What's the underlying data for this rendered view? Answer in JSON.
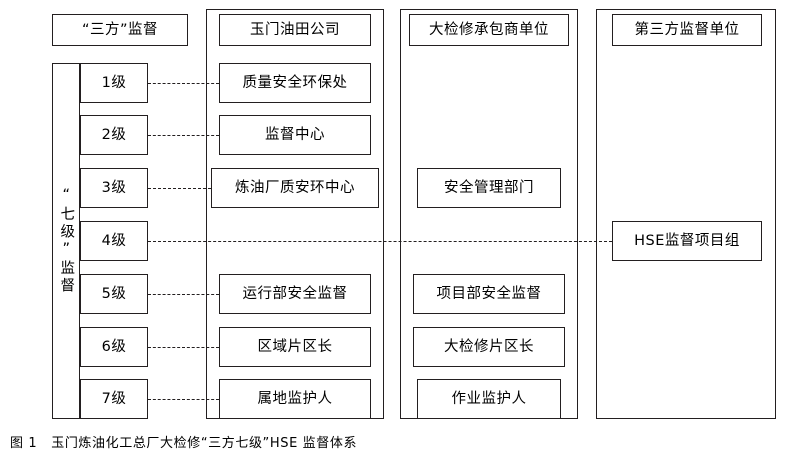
{
  "figure": {
    "caption_label": "图 1",
    "caption_text": "玉门炼油化工总厂大检修“三方七级”HSE 监督体系"
  },
  "headers": {
    "three_party": "“三方”监督",
    "col1": "玉门油田公司",
    "col2": "大检修承包商单位",
    "col3": "第三方监督单位"
  },
  "left_axis": {
    "label": "“七级”监督"
  },
  "levels": [
    {
      "label": "1级"
    },
    {
      "label": "2级"
    },
    {
      "label": "3级"
    },
    {
      "label": "4级"
    },
    {
      "label": "5级"
    },
    {
      "label": "6级"
    },
    {
      "label": "7级"
    }
  ],
  "column1_items": [
    {
      "label": "质量安全环保处"
    },
    {
      "label": "监督中心"
    },
    {
      "label": "炼油厂质安环中心"
    },
    {
      "label": "运行部安全监督"
    },
    {
      "label": "区域片区长"
    },
    {
      "label": "属地监护人"
    }
  ],
  "column2_items": [
    {
      "label": "安全管理部门"
    },
    {
      "label": "项目部安全监督"
    },
    {
      "label": "大检修片区长"
    },
    {
      "label": "作业监护人"
    }
  ],
  "column3_items": [
    {
      "label": "HSE监督项目组"
    }
  ]
}
